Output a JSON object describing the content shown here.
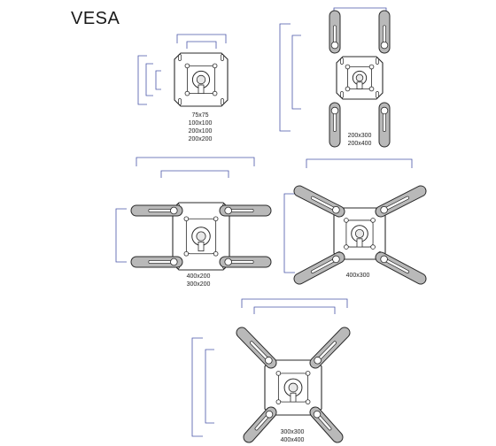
{
  "title": "VESA",
  "captions": {
    "d1": [
      "75x75",
      "100x100",
      "200x100",
      "200x200"
    ],
    "d2": [
      "200x300",
      "200x400"
    ],
    "d3": [
      "400x200",
      "300x200"
    ],
    "d4": [
      "400x300"
    ],
    "d5": [
      "300x300",
      "400x400"
    ]
  },
  "colors": {
    "outline": "#2a2a2a",
    "arm_fill": "#b9b9b9",
    "dimension": "#4a55a8"
  }
}
